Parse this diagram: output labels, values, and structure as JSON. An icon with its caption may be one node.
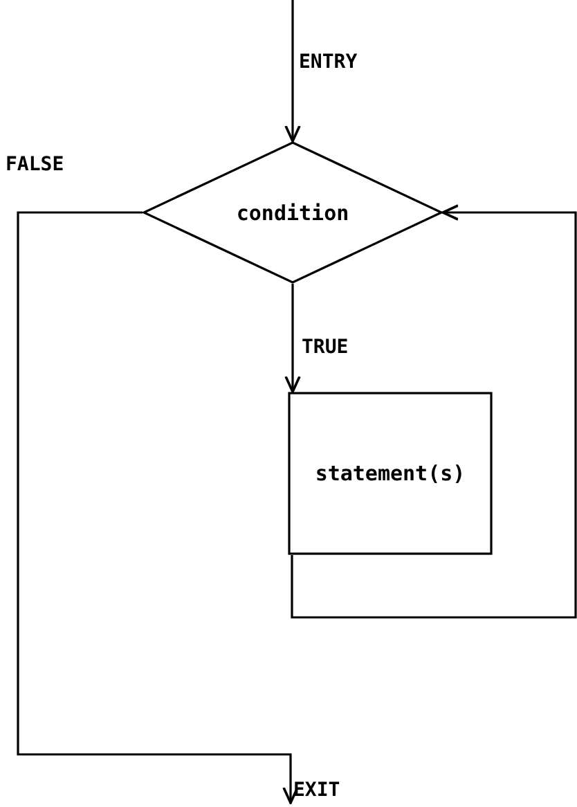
{
  "diagram": {
    "nodes": [
      {
        "text": [
          "condition"
        ]
      },
      {
        "text": [
          "statement(s)"
        ]
      },
      {
        "text": [
          "EXIT"
        ]
      }
    ],
    "edges": [
      {
        "from": null,
        "to": 0,
        "arrow": "to",
        "label": "ENTRY"
      },
      {
        "from": 0,
        "to": 1,
        "arrow": "to",
        "label": "TRUE"
      },
      {
        "from": 1,
        "to": 0,
        "arrow": "to"
      },
      {
        "from": 0,
        "to": 2,
        "arrow": "to",
        "label": "FALSE"
      }
    ]
  }
}
